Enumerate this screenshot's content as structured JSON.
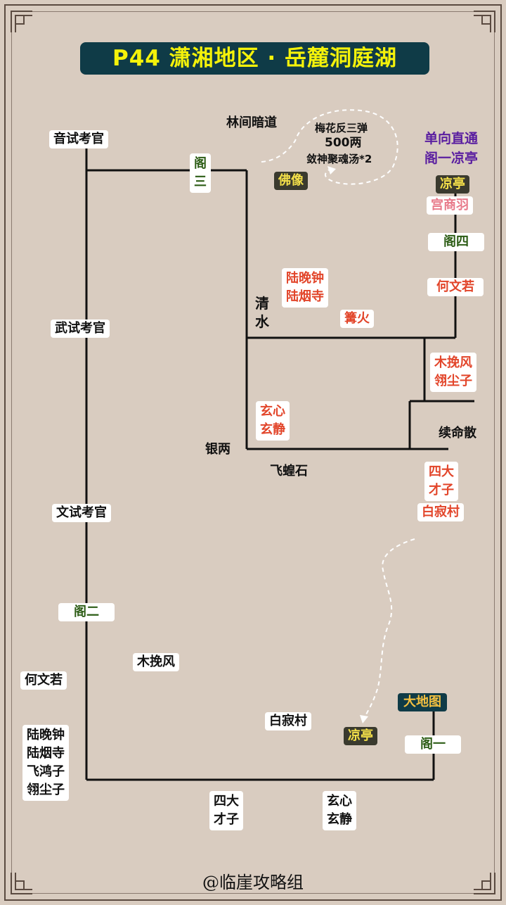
{
  "title": "P44  潇湘地区 · 岳麓洞庭湖",
  "labels": {
    "yinshi": "音试考官",
    "wushi": "武试考官",
    "wenshi": "文试考官",
    "ge3_a": "阁",
    "ge3_b": "三",
    "ge2": "阁二",
    "linjian": "林间暗道",
    "meihua": "梅花反三弹",
    "liang500": "500两",
    "shenhun": "敛神聚魂汤*2",
    "foxiang": "佛像",
    "danxiang_a": "单向直通",
    "danxiang_b": "阁一凉亭",
    "liangting_top": "凉亭",
    "gongshangyu": "宫商羽",
    "ge4": "阁四",
    "hewenruo_right": "何文若",
    "luwanzhong_a": "陆晚钟",
    "luwanzhong_b": "陆烟寺",
    "qing": "清",
    "shui": "水",
    "gouhuo": "篝火",
    "muwanfeng_a": "木挽风",
    "muwanfeng_b": "翎尘子",
    "xuanxin_a": "玄心",
    "xuanxin_b": "玄静",
    "xumingsan": "续命散",
    "yinliang": "银两",
    "feihuangshi": "飞蝗石",
    "sida_a": "四大",
    "sida_b": "才子",
    "baijicun_right": "白寂村",
    "muwanfeng_low": "木挽风",
    "hewenruo_left": "何文若",
    "left_group": [
      "陆晚钟",
      "陆烟寺",
      "飞鸿子",
      "翎尘子"
    ],
    "dadi": "大地图",
    "baijicun_low": "白寂村",
    "liangting_low": "凉亭",
    "ge1": "阁一",
    "sida_low_a": "四大",
    "sida_low_b": "才子",
    "xuanxin_low_a": "玄心",
    "xuanxin_low_b": "玄静"
  },
  "signature": "@临崖攻略组",
  "colors": {
    "background": "#d9ccc0",
    "title_bg": "#0f3b47",
    "title_text": "#f4f20a",
    "red": "#e2452a",
    "green": "#2d5d16",
    "purple": "#5a1ea0",
    "pink": "#e87a8a"
  }
}
